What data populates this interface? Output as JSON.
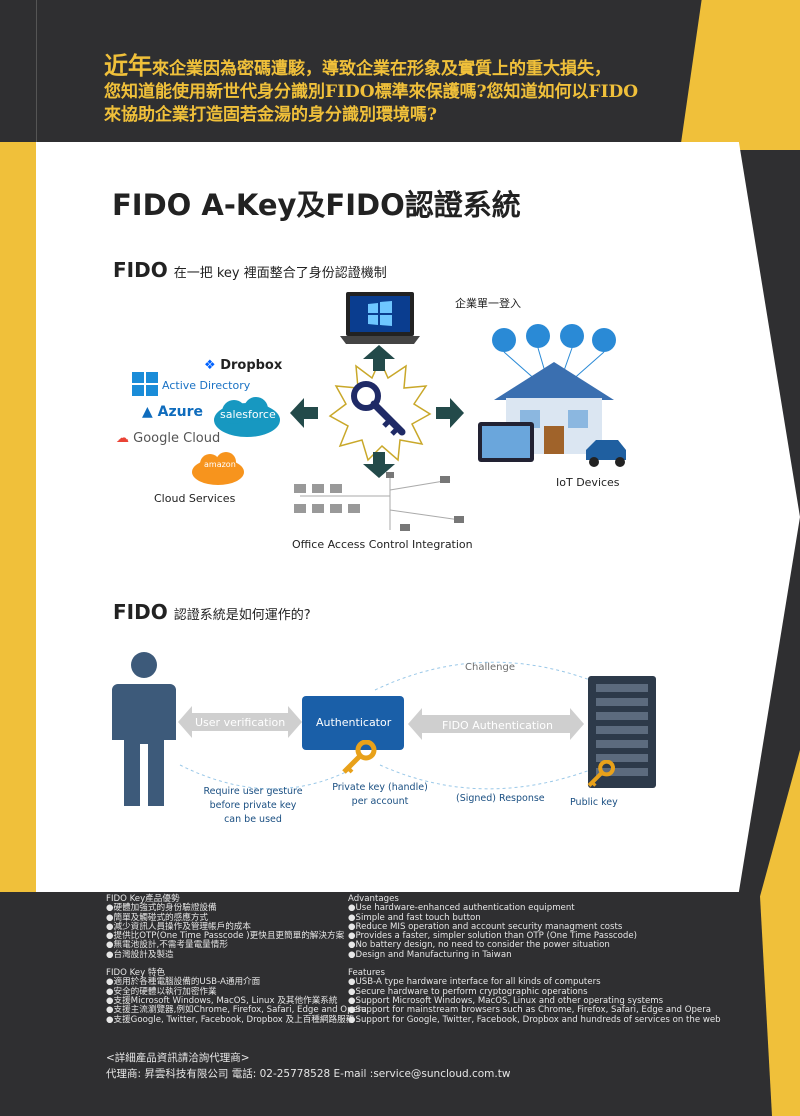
{
  "headline": {
    "lead": "近年",
    "line1": "來企業因為密碼遭駭，導致企業在形象及實質上的重大損失，",
    "line2": "您知道能使用新世代身分識別FIDO標準來保護嗎?您知道如何以FIDO",
    "line3": "來協助企業打造固若金湯的身分識別環境嗎?"
  },
  "title": "FIDO A-Key及FIDO認證系統",
  "section1": {
    "fido": "FIDO",
    "heading": "在一把 key 裡面整合了身份認證機制",
    "sso_label": "企業單一登入",
    "cloud_label": "Cloud Services",
    "iot_label": "IoT Devices",
    "office_label": "Office Access Control Integration",
    "logos": {
      "dropbox": "Dropbox",
      "active_directory": "Active Directory",
      "azure": "Azure",
      "salesforce": "salesforce",
      "google_cloud": "Google Cloud",
      "amazon": "amazon"
    }
  },
  "section2": {
    "fido": "FIDO",
    "heading": "認證系統是如何運作的?",
    "challenge": "Challenge",
    "user_verification": "User verification",
    "authenticator": "Authenticator",
    "fido_authentication": "FIDO Authentication",
    "gesture": [
      "Require user gesture",
      "before private key",
      "can be used"
    ],
    "private_key": [
      "Private key (handle)",
      "per account"
    ],
    "signed_response": "(Signed) Response",
    "public_key": "Public key"
  },
  "footer": {
    "left": [
      "FIDO Key產品優勢",
      "●硬體加強式的身份驗證設備",
      "●簡單及觸碰式的感應方式",
      "●減少資訊人員操作及管理帳戶的成本",
      "●提供比OTP(One Time Passcode )更快且更簡單的解決方案",
      "●無電池設計,不需考量電量情形",
      "●台灣設計及製造",
      "",
      "FIDO Key 特色",
      "●適用於各種電腦設備的USB-A通用介面",
      "●安全的硬體以執行加密作業",
      "●支援Microsoft Windows, MacOS, Linux 及其他作業系統",
      "●支援主流瀏覽器,例如Chrome, Firefox, Safari, Edge and Opera",
      "●支援Google, Twitter, Facebook, Dropbox 及上百種網路服務"
    ],
    "right": [
      "Advantages",
      "●Use hardware-enhanced authentication equipment",
      "●Simple and fast touch button",
      "●Reduce MIS operation and account security managment costs",
      "●Provides a faster, simpler solution than OTP (One Time Passcode)",
      "●No battery design, no need to consider the power situation",
      "●Design and Manufacturing in Taiwan",
      "",
      "Features",
      "●USB-A type hardware interface for all kinds of computers",
      "●Secure hardware to perform cryptographic operations",
      "●Support Microsoft Windows, MacOS, Linux and other operating systems",
      "●Support for mainstream browsers such as Chrome, Firefox, Safari, Edge and Opera",
      "●Support for Google, Twitter, Facebook, Dropbox and hundreds of services on the web"
    ],
    "contact_title": "<詳細產品資訊請洽詢代理商>",
    "contact_line": "代理商: 昇雲科技有限公司 電話: 02-25778528 E-mail :service@suncloud.com.tw"
  },
  "colors": {
    "yellow": "#f0c03a",
    "dark": "#2f2f31",
    "navy": "#1f4e79",
    "accent_blue": "#1a5fa8"
  }
}
